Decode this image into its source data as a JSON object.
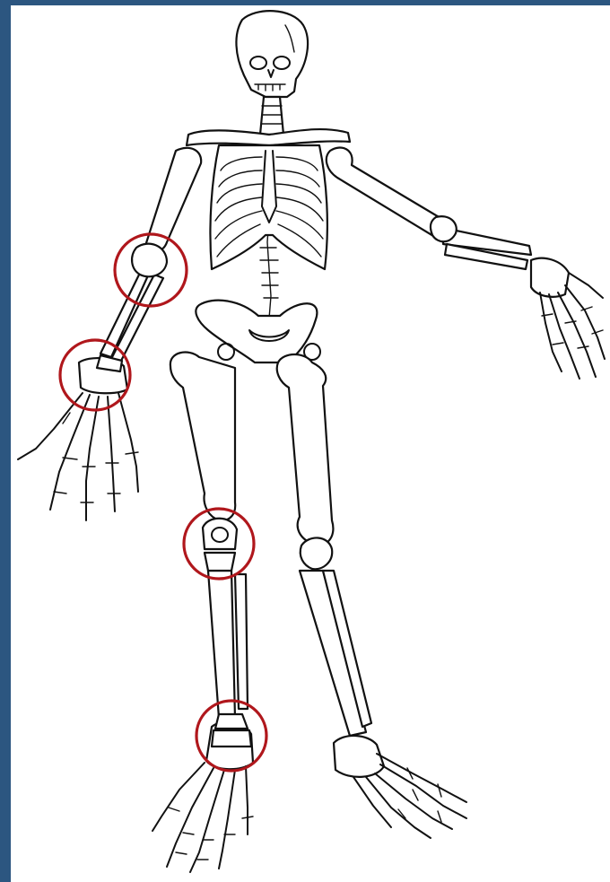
{
  "colors": {
    "background_frame": "#2c5680",
    "canvas": "#ffffff",
    "outline": "#111111",
    "highlight_circle": "#b0171c"
  },
  "highlighted_joints": [
    {
      "name": "right-elbow"
    },
    {
      "name": "right-wrist"
    },
    {
      "name": "right-knee"
    },
    {
      "name": "right-ankle"
    }
  ]
}
